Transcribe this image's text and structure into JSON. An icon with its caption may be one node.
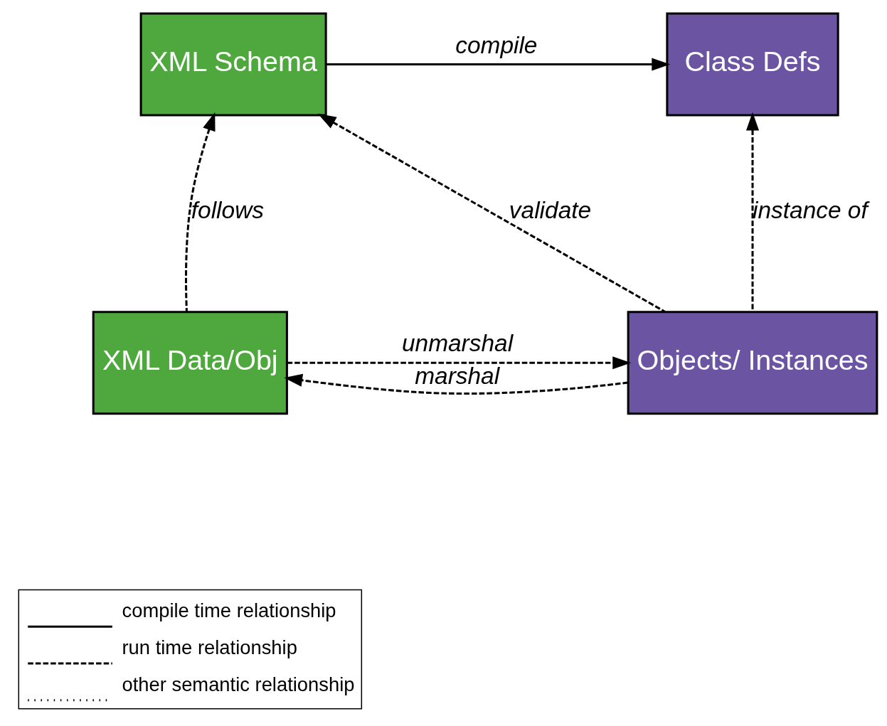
{
  "diagram": {
    "nodes": [
      {
        "text": [
          "XML Schema"
        ]
      },
      {
        "text": [
          "Class Defs"
        ]
      },
      {
        "text": [
          "XML Data/Obj"
        ]
      },
      {
        "text": [
          "Objects/ Instances"
        ]
      }
    ],
    "edges": [
      {
        "from": 0,
        "to": 1,
        "arrow": "to",
        "label": "compile"
      },
      {
        "from": 2,
        "to": 0,
        "arrow": "to",
        "label": "follows",
        "style": "dashed"
      },
      {
        "from": 3,
        "to": 0,
        "arrow": "to",
        "label": "validate",
        "style": "dashed"
      },
      {
        "from": 3,
        "to": 1,
        "arrow": "to",
        "label": "instance of",
        "style": "dashed"
      },
      {
        "from": 2,
        "to": 3,
        "arrow": "to",
        "label": "unmarshal",
        "style": "dashed"
      },
      {
        "from": 3,
        "to": 2,
        "arrow": "to",
        "label": "marshal",
        "style": "dashed"
      }
    ],
    "legend": [
      {
        "text": "compile time relationship"
      },
      {
        "text": "run time relationship"
      },
      {
        "text": "other semantic relationship"
      }
    ]
  }
}
